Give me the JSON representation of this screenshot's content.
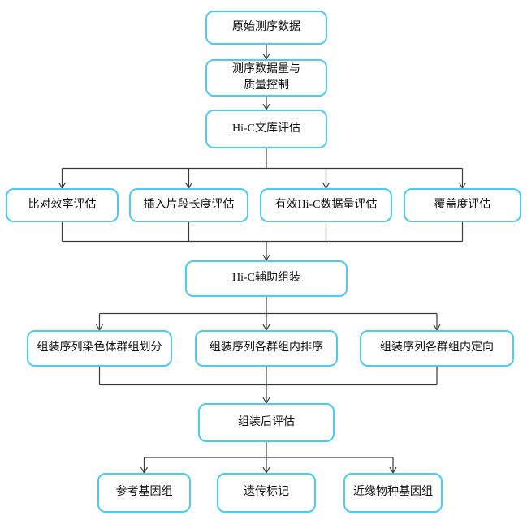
{
  "diagram": {
    "type": "flowchart",
    "colors": {
      "box_border": "#4ec9f0",
      "line": "#3a3a3a",
      "text": "#111111",
      "background": "#ffffff"
    },
    "nodes": {
      "raw": {
        "label": "原始测序数据"
      },
      "qc": {
        "label": "测序数据量与\n质量控制"
      },
      "lib": {
        "label": "Hi-C文库评估"
      },
      "align": {
        "label": "比对效率评估"
      },
      "insert": {
        "label": "插入片段长度评估"
      },
      "valid": {
        "label": "有效Hi-C数据量评估"
      },
      "coverage": {
        "label": "覆盖度评估"
      },
      "assembly": {
        "label": "Hi-C辅助组装"
      },
      "cluster": {
        "label": "组装序列染色体群组划分"
      },
      "order": {
        "label": "组装序列各群组内排序"
      },
      "orient": {
        "label": "组装序列各群组内定向"
      },
      "post": {
        "label": "组装后评估"
      },
      "ref": {
        "label": "参考基因组"
      },
      "marker": {
        "label": "遗传标记"
      },
      "related": {
        "label": "近缘物种基因组"
      }
    },
    "edges": [
      {
        "from": [
          "raw"
        ],
        "to": [
          "qc"
        ]
      },
      {
        "from": [
          "qc"
        ],
        "to": [
          "lib"
        ]
      },
      {
        "from": [
          "lib"
        ],
        "to": [
          "align",
          "insert",
          "valid",
          "coverage"
        ]
      },
      {
        "from": [
          "align",
          "insert",
          "valid",
          "coverage"
        ],
        "to": [
          "assembly"
        ]
      },
      {
        "from": [
          "assembly"
        ],
        "to": [
          "cluster",
          "order",
          "orient"
        ]
      },
      {
        "from": [
          "cluster",
          "order",
          "orient"
        ],
        "to": [
          "post"
        ]
      },
      {
        "from": [
          "post"
        ],
        "to": [
          "ref",
          "marker",
          "related"
        ]
      }
    ]
  }
}
